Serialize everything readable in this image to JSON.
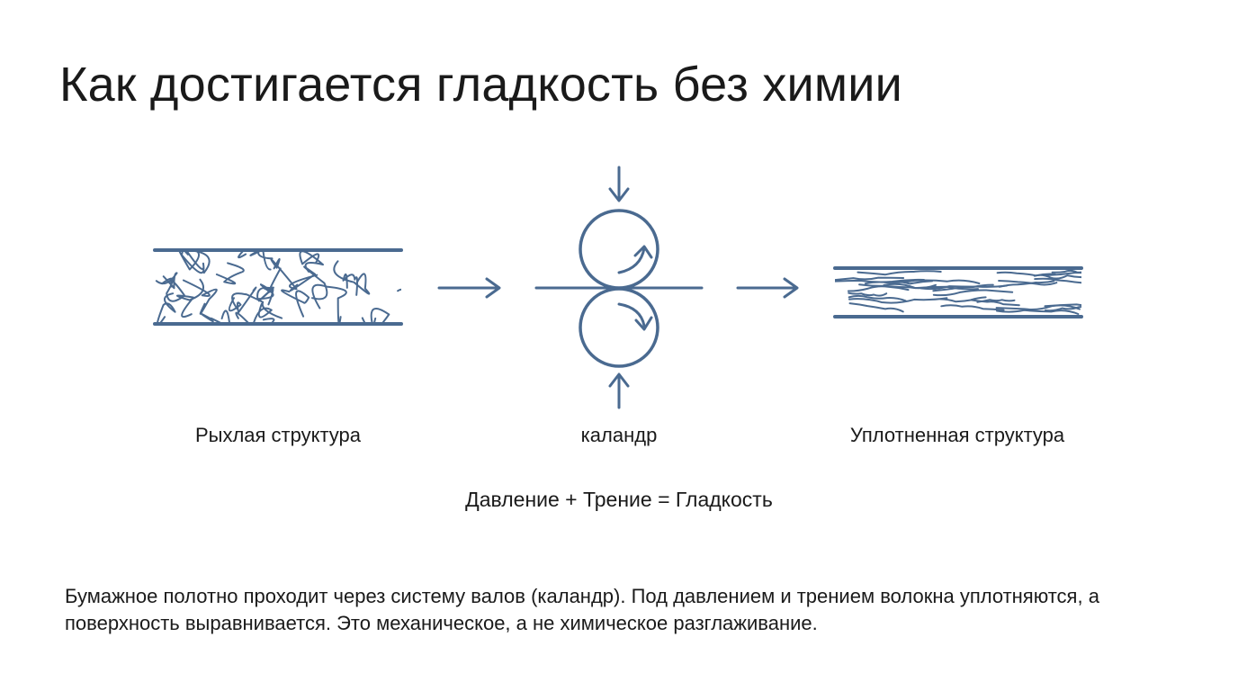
{
  "title": "Как достигается гладкость без химии",
  "diagram": {
    "stages": [
      {
        "label": "Рыхлая структура"
      },
      {
        "label": "каландр"
      },
      {
        "label": "Уплотненная структура"
      }
    ],
    "formula": "Давление + Трение = Гладкость",
    "colors": {
      "stroke": "#4a6a90"
    }
  },
  "description": "Бумажное полотно проходит через систему валов (каландр). Под давлением и трением волокна уплотняются, а поверхность выравнивается. Это механическое, а не химическое разглаживание."
}
